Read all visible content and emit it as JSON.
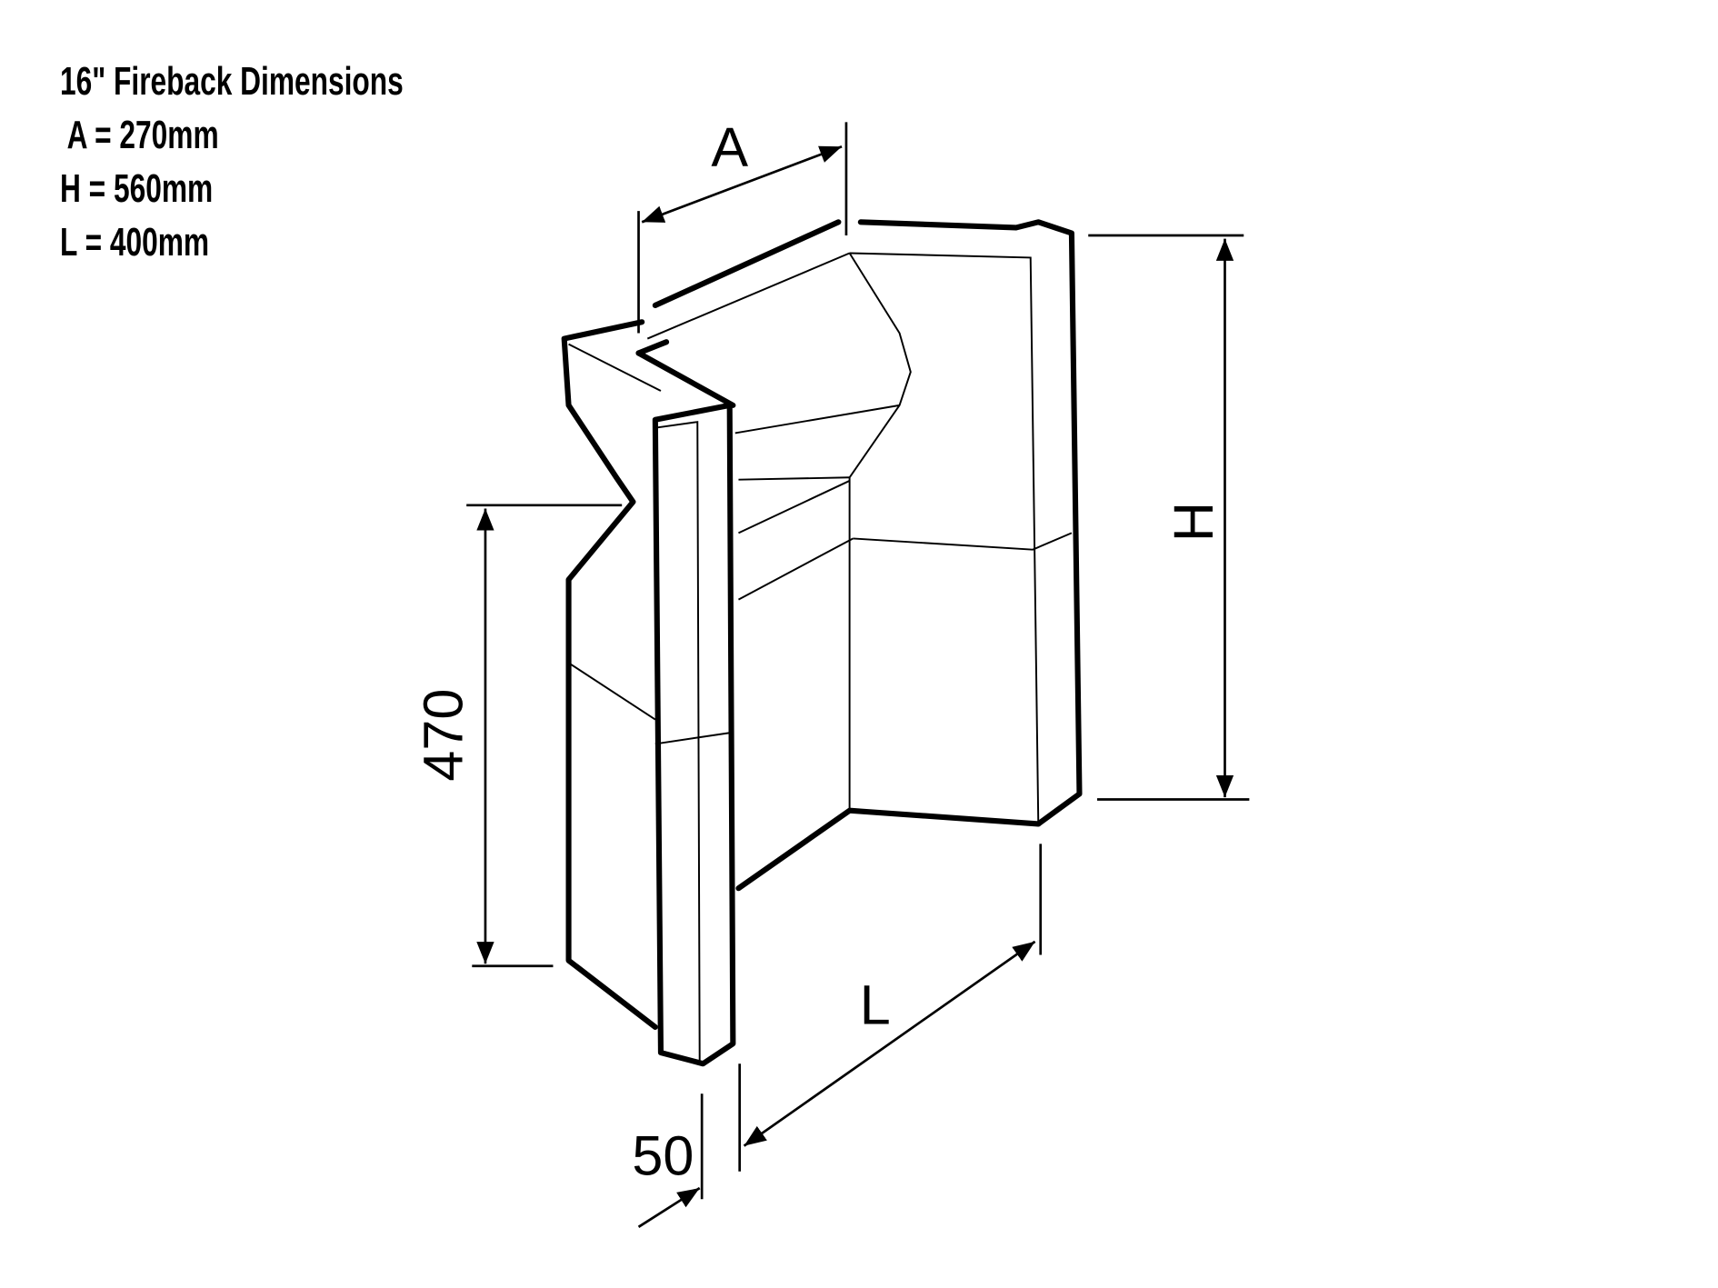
{
  "specs": {
    "title": "16\" Fireback Dimensions",
    "a": " A = 270mm",
    "h": "H = 560mm",
    "l": "L = 400mm"
  },
  "labels": {
    "a": "A",
    "h": "H",
    "l": "L",
    "height_470": "470",
    "thickness_50": "50"
  }
}
